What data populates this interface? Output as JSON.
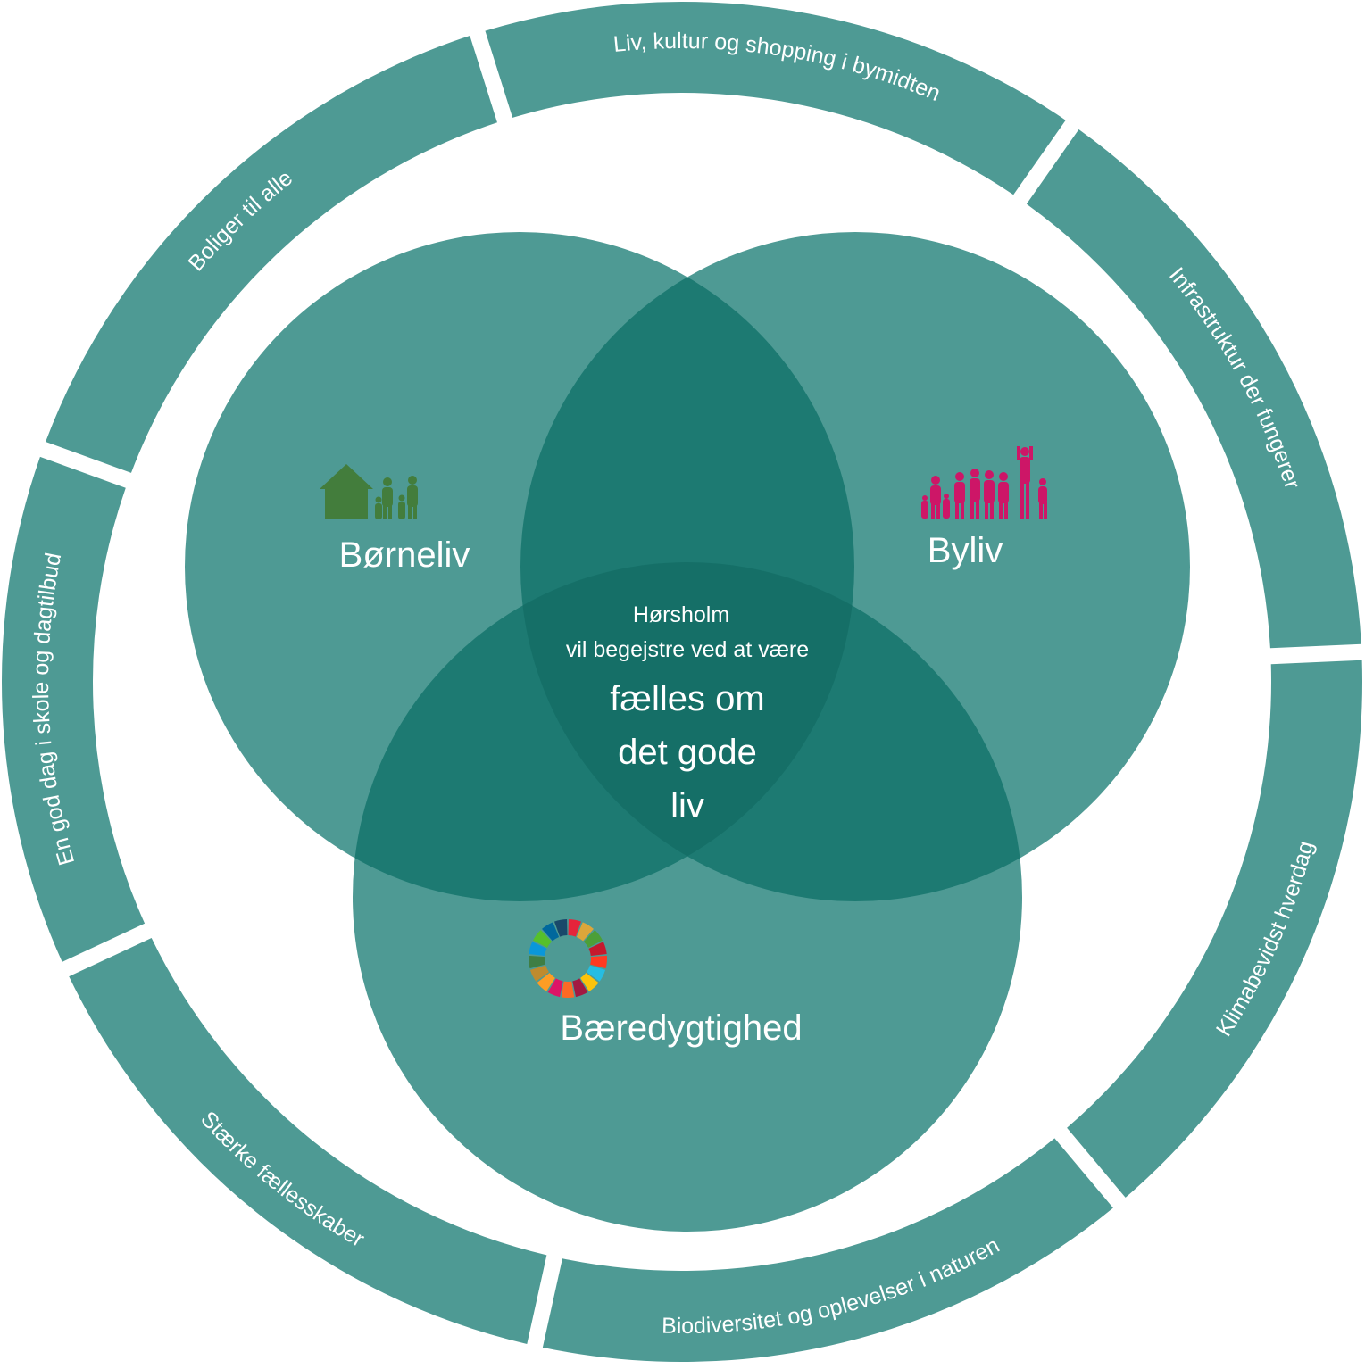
{
  "colors": {
    "teal": "#4e9a94",
    "overlap": "#1d7a72",
    "center": "#156f67",
    "green_icon": "#437d3c",
    "magenta_icon": "#cd1667"
  },
  "ring": {
    "segments": [
      {
        "label": "Boliger til alle"
      },
      {
        "label": "Liv, kultur og shopping i bymidten"
      },
      {
        "label": "Infrastruktur der fungerer"
      },
      {
        "label": "Klimabevidst hverdag"
      },
      {
        "label": "Biodiversitet og oplevelser i naturen"
      },
      {
        "label": "Stærke fællesskaber"
      },
      {
        "label": "En god dag i skole og dagtilbud"
      }
    ]
  },
  "circles": {
    "left": {
      "label": "Børneliv",
      "icon": "house-family-icon"
    },
    "right": {
      "label": "Byliv",
      "icon": "people-crowd-icon"
    },
    "bottom": {
      "label": "Bæredygtighed",
      "icon": "sdg-wheel-icon"
    }
  },
  "center": {
    "line1": "Hørsholm",
    "line2": "vil begejstre ved at være",
    "line3": "fælles om",
    "line4": "det gode",
    "line5": "liv"
  }
}
